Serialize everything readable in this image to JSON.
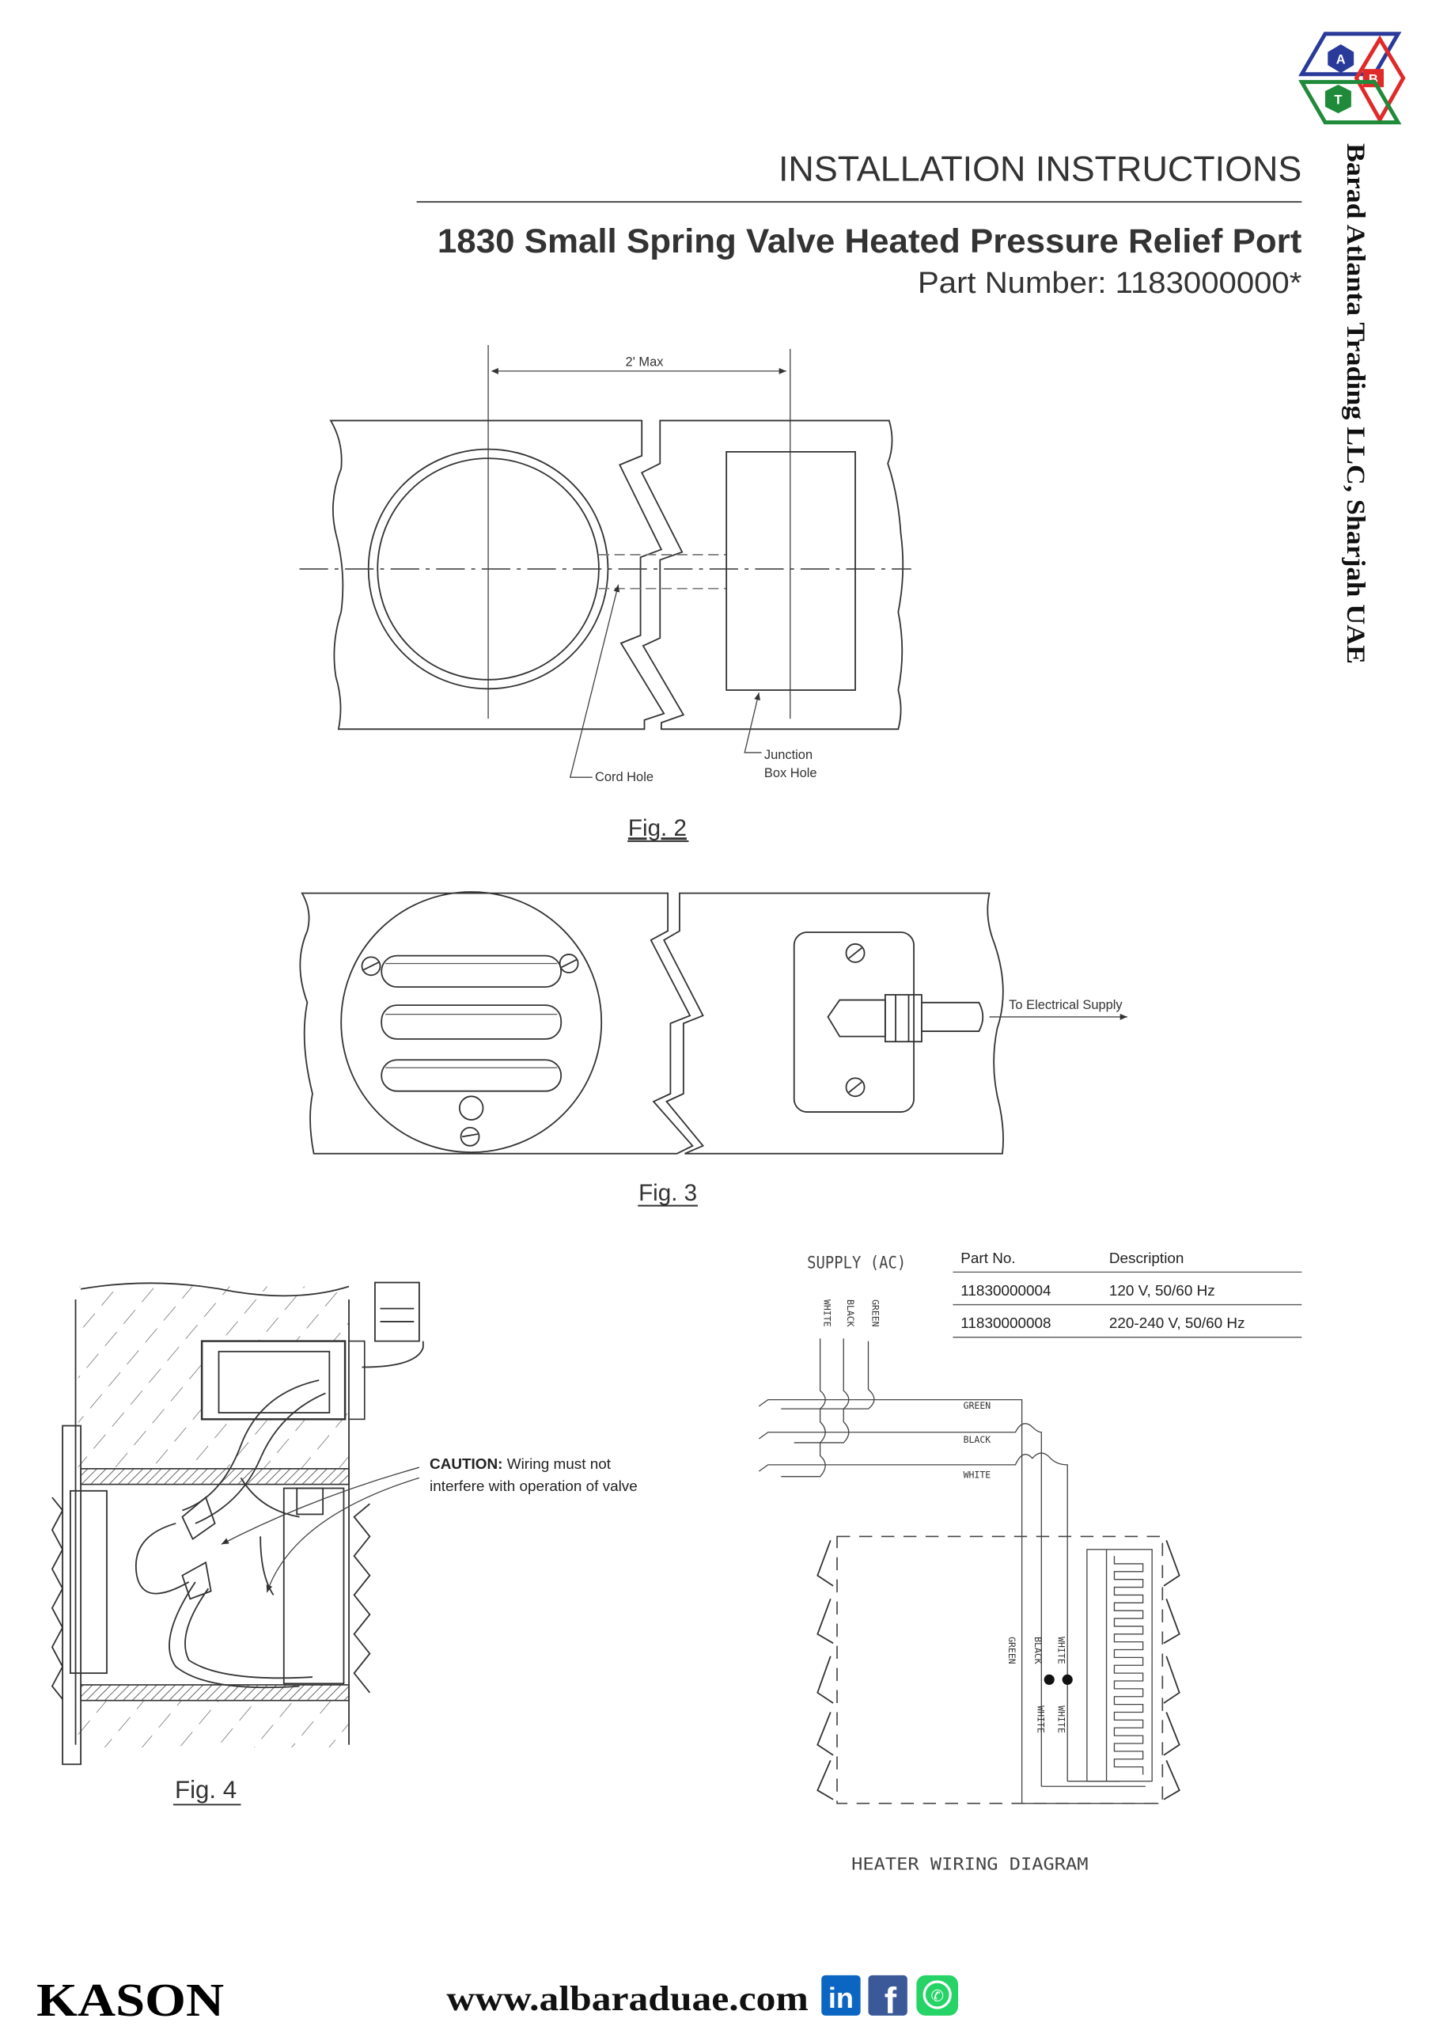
{
  "header": {
    "section_title": "INSTALLATION INSTRUCTIONS",
    "product_title": "1830 Small Spring Valve Heated Pressure Relief Port",
    "part_number": "Part Number: 1183000000*",
    "side_company": "Barad Atlanta Trading LLC, Sharjah UAE",
    "logo_letters": [
      "A",
      "B",
      "T"
    ]
  },
  "fig2": {
    "dimension": "2' Max",
    "cord_hole": "Cord Hole",
    "junction_line1": "Junction",
    "junction_line2": "Box Hole",
    "caption": "Fig. 2"
  },
  "fig3": {
    "supply_label": "To Electrical Supply",
    "caption": "Fig. 3"
  },
  "fig4": {
    "caution_bold": "CAUTION:",
    "caution_line1": "Wiring must not",
    "caution_line2": "interfere with operation of valve",
    "caption": "Fig. 4"
  },
  "wiring": {
    "supply": "SUPPLY (AC)",
    "wire_labels": [
      "WHITE",
      "BLACK",
      "GREEN"
    ],
    "run_labels": [
      "GREEN",
      "BLACK",
      "WHITE"
    ],
    "heater_labels": [
      "GREEN",
      "BLACK",
      "WHITE",
      "WHITE",
      "WHITE"
    ],
    "title": "HEATER WIRING DIAGRAM"
  },
  "parts_table": {
    "headers": [
      "Part No.",
      "Description"
    ],
    "rows": [
      [
        "11830000004",
        "120 V, 50/60 Hz"
      ],
      [
        "11830000008",
        "220-240 V, 50/60 Hz"
      ]
    ]
  },
  "footer": {
    "brand": "KASON",
    "website": "www.albaraduae.com",
    "social": [
      {
        "icon": "linkedin-icon",
        "glyph": "in",
        "color": "#0a66c2"
      },
      {
        "icon": "facebook-icon",
        "glyph": "f",
        "color": "#3b5998"
      },
      {
        "icon": "whatsapp-icon",
        "glyph": "✆",
        "color": "#25d366"
      }
    ]
  },
  "colors": {
    "text": "#333333",
    "logo_blue": "#2a3a9a",
    "logo_red": "#e02a2a",
    "logo_green": "#1f8a3a"
  }
}
